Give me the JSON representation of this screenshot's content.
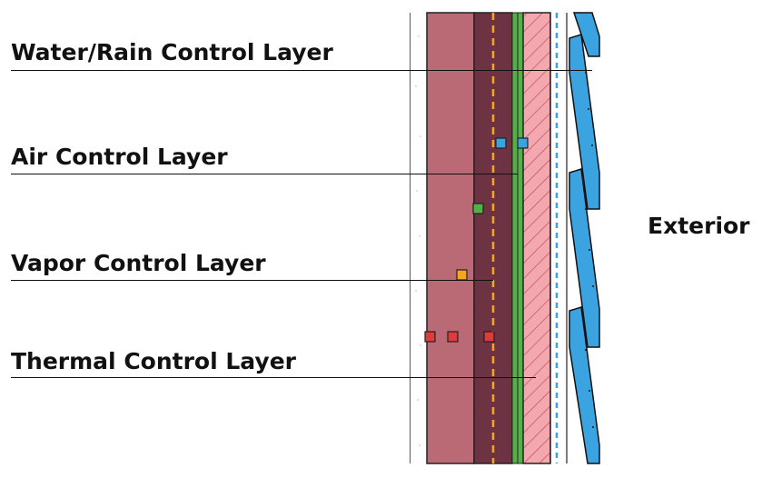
{
  "labels": {
    "water": "Water/Rain Control Layer",
    "air": "Air Control Layer",
    "vapor": "Vapor Control Layer",
    "thermal": "Thermal Control Layer",
    "exterior": "Exterior"
  },
  "colors": {
    "water": "#3aa3e0",
    "air": "#3aa3e0",
    "vapor_indicator": "#f4a623",
    "air_indicator_green": "#55b04a",
    "thermal": "#e03a3a",
    "stud_cavity": "#b96a74",
    "sheathing": "#6e3342",
    "membrane": "#55b04a",
    "insulation_hatch": "#e58f98",
    "cladding": "#3aa3e0"
  }
}
